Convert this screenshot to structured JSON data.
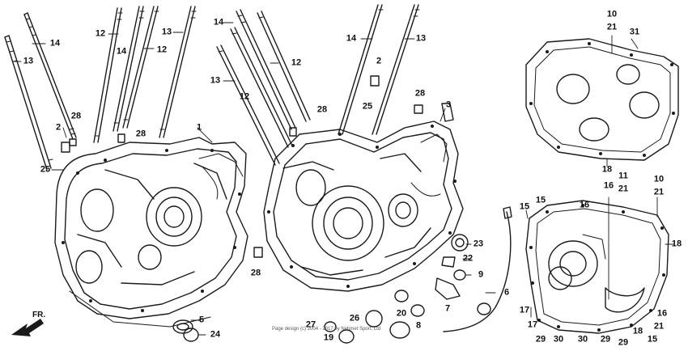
{
  "callouts": [
    {
      "id": "c1",
      "label": "14"
    },
    {
      "id": "c2",
      "label": "13"
    },
    {
      "id": "c3",
      "label": "28"
    },
    {
      "id": "c4",
      "label": "2"
    },
    {
      "id": "c5",
      "label": "25"
    },
    {
      "id": "c6",
      "label": "12"
    },
    {
      "id": "c7",
      "label": "14"
    },
    {
      "id": "c8",
      "label": "12"
    },
    {
      "id": "c9",
      "label": "13"
    },
    {
      "id": "c10",
      "label": "28"
    },
    {
      "id": "c11",
      "label": "1"
    },
    {
      "id": "c12",
      "label": "14"
    },
    {
      "id": "c13",
      "label": "12"
    },
    {
      "id": "c14",
      "label": "13"
    },
    {
      "id": "c15",
      "label": "12"
    },
    {
      "id": "c16",
      "label": "28"
    },
    {
      "id": "c17",
      "label": "14"
    },
    {
      "id": "c18",
      "label": "13"
    },
    {
      "id": "c19",
      "label": "2"
    },
    {
      "id": "c20",
      "label": "25"
    },
    {
      "id": "c21",
      "label": "28"
    },
    {
      "id": "c22",
      "label": "3"
    },
    {
      "id": "c23",
      "label": "28"
    },
    {
      "id": "c24",
      "label": "5"
    },
    {
      "id": "c25",
      "label": "24"
    },
    {
      "id": "c26",
      "label": "27"
    },
    {
      "id": "c27",
      "label": "19"
    },
    {
      "id": "c28",
      "label": "26"
    },
    {
      "id": "c29",
      "label": "20"
    },
    {
      "id": "c30",
      "label": "8"
    },
    {
      "id": "c31",
      "label": "23"
    },
    {
      "id": "c32",
      "label": "22"
    },
    {
      "id": "c33",
      "label": "9"
    },
    {
      "id": "c34",
      "label": "7"
    },
    {
      "id": "c35",
      "label": "6"
    },
    {
      "id": "c36",
      "label": "10"
    },
    {
      "id": "c37",
      "label": "21"
    },
    {
      "id": "c38",
      "label": "31"
    },
    {
      "id": "c39",
      "label": "18"
    },
    {
      "id": "c40",
      "label": "11"
    },
    {
      "id": "c41",
      "label": "10"
    },
    {
      "id": "c42",
      "label": "16"
    },
    {
      "id": "c43",
      "label": "21"
    },
    {
      "id": "c44",
      "label": "21"
    },
    {
      "id": "c45",
      "label": "15"
    },
    {
      "id": "c46",
      "label": "15"
    },
    {
      "id": "c47",
      "label": "16"
    },
    {
      "id": "c48",
      "label": "18"
    },
    {
      "id": "c49",
      "label": "17"
    },
    {
      "id": "c50",
      "label": "17"
    },
    {
      "id": "c51",
      "label": "29"
    },
    {
      "id": "c52",
      "label": "30"
    },
    {
      "id": "c53",
      "label": "30"
    },
    {
      "id": "c54",
      "label": "29"
    },
    {
      "id": "c55",
      "label": "29"
    },
    {
      "id": "c56",
      "label": "18"
    },
    {
      "id": "c57",
      "label": "15"
    },
    {
      "id": "c58",
      "label": "16"
    },
    {
      "id": "c59",
      "label": "21"
    }
  ],
  "direction_label": "FR.",
  "footer_text": "Page design (c) 2004 - 2017 by Nehmet Sport, Ltd"
}
